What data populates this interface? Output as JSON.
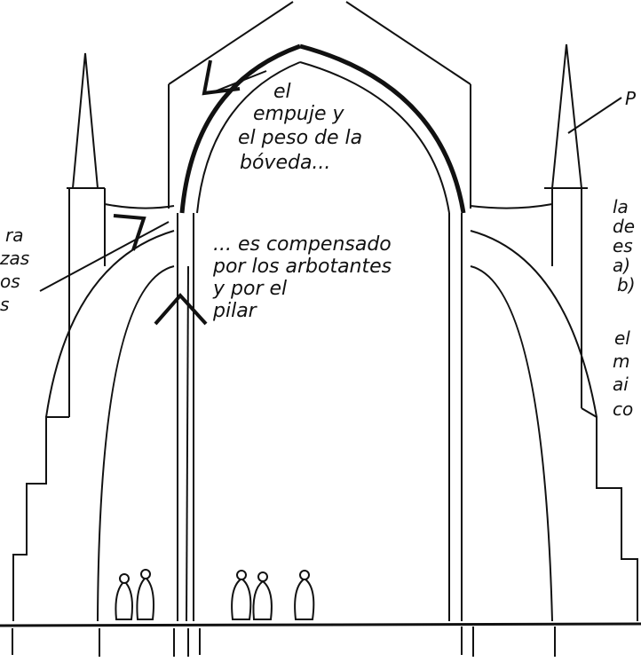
{
  "annotations": {
    "top_label": [
      "el",
      "empuje y",
      "el peso de la",
      "bóveda..."
    ],
    "middle_label": [
      "... es compensado",
      "por los arbotantes",
      "y por el",
      "pilar"
    ],
    "left_fragment": [
      "ra",
      "zas",
      "os",
      "s"
    ],
    "right_top_fragment": [
      "P"
    ],
    "right_list_fragment": [
      "la",
      "de",
      "es",
      "a)",
      "b)"
    ],
    "right_lower_fragment": [
      "el",
      "m",
      "ai",
      "co"
    ]
  },
  "colors": {
    "ink": "#111111",
    "paper": "#ffffff"
  }
}
